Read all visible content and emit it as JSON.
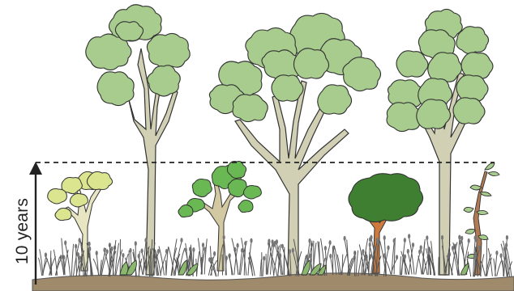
{
  "diagram": {
    "axis_label": "10 years",
    "colors": {
      "tall_canopy": "#a7cc8e",
      "tall_trunk": "#d2d0b4",
      "young_yellow_canopy": "#dbe58f",
      "young_mid_canopy": "#6ab854",
      "young_dark_canopy": "#3f7f31",
      "young_trunk_orange": "#cc7a3d",
      "sapling_stem": "#b07a52",
      "ground": "#a08a6c",
      "grass": "#555555",
      "outline": "#333333"
    },
    "trees": [
      {
        "name": "tall-tree-left",
        "kind": "mature"
      },
      {
        "name": "tall-tree-center",
        "kind": "mature"
      },
      {
        "name": "tall-tree-right",
        "kind": "mature"
      },
      {
        "name": "young-tree-yellow",
        "kind": "young"
      },
      {
        "name": "young-tree-green",
        "kind": "young"
      },
      {
        "name": "young-tree-dark",
        "kind": "young"
      },
      {
        "name": "sapling",
        "kind": "young"
      }
    ],
    "icons": [
      "up-arrow-icon",
      "dashed-height-line"
    ]
  }
}
